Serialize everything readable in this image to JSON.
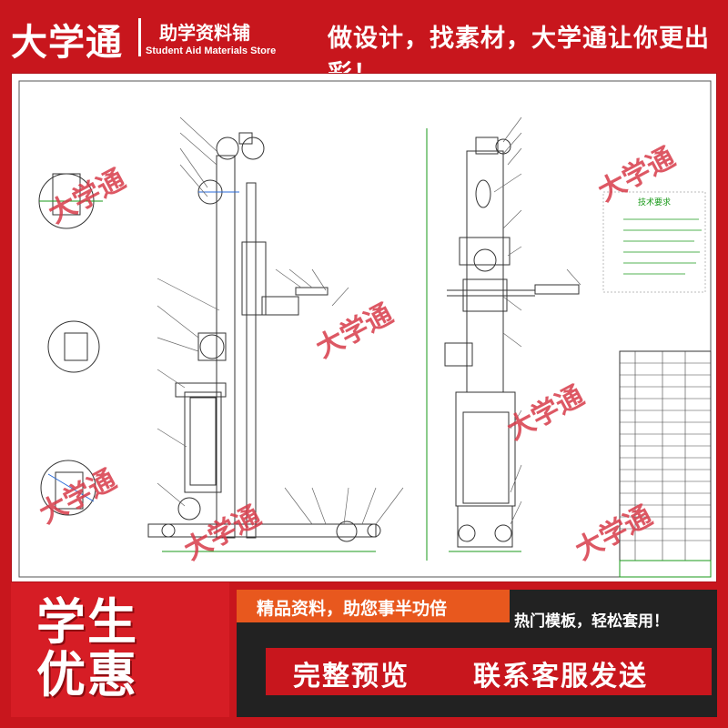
{
  "header": {
    "brand": "大学通",
    "subtitle_cn": "助学资料铺",
    "subtitle_en": "Student Aid Materials Store",
    "slogan": "做设计，找素材，大学通让你更出彩！"
  },
  "drawing": {
    "notes_title": "技术要求",
    "watermark": "大学通"
  },
  "footer": {
    "promo_line1": "学生",
    "promo_line2": "优惠",
    "tag_quality": "精品资料，助您事半功倍",
    "tag_templates": "热门模板，轻松套用！",
    "tag_preview": "完整预览",
    "tag_contact": "联系客服发送"
  },
  "colors": {
    "brand_red": "#c8161d",
    "accent_orange": "#e8581e",
    "dark": "#222222"
  }
}
